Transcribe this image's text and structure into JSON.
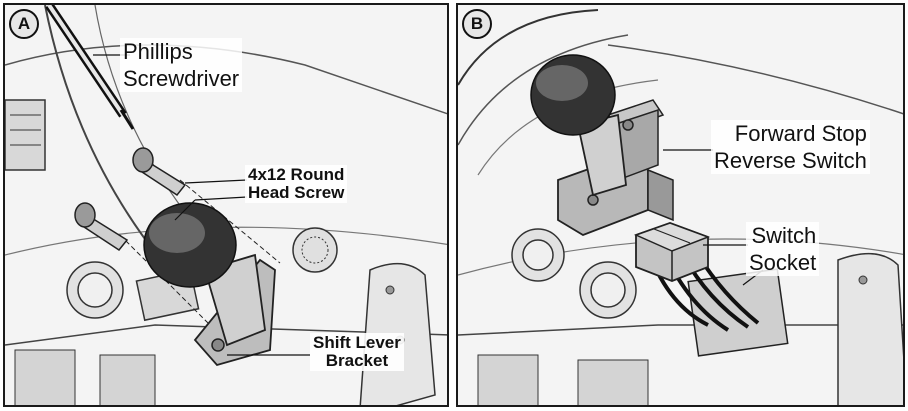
{
  "panels": {
    "a": {
      "badge": "A",
      "labels": {
        "screwdriver_line1": "Phillips",
        "screwdriver_line2": "Screwdriver",
        "screw_line1": "4x12 Round",
        "screw_line2": "Head Screw",
        "bracket_line1": "Shift Lever",
        "bracket_line2": "Bracket"
      }
    },
    "b": {
      "badge": "B",
      "labels": {
        "switch_line1": "Forward Stop",
        "switch_line2": "Reverse Switch",
        "socket_line1": "Switch",
        "socket_line2": "Socket"
      }
    }
  }
}
